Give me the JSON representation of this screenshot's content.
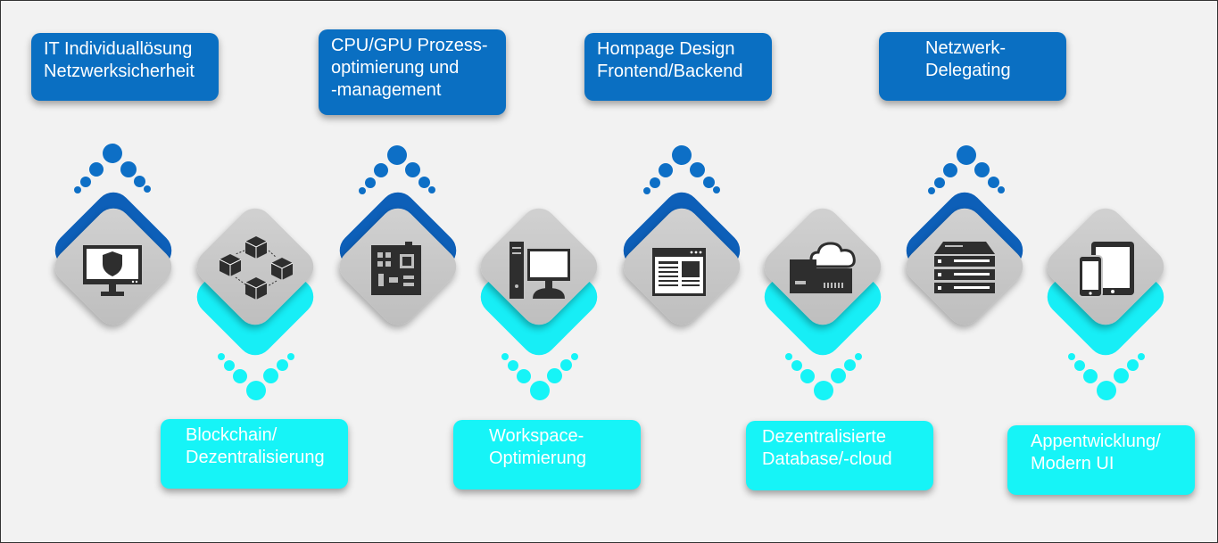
{
  "top_labels": [
    {
      "text": "IT Individuallösung\nNetzwerksicherheit",
      "icon": "monitor-shield-icon"
    },
    {
      "text": "CPU/GPU Prozess-\noptimierung und\n-management",
      "icon": "circuit-board-icon"
    },
    {
      "text": "Hompage Design\nFrontend/Backend",
      "icon": "webpage-icon"
    },
    {
      "text": "Netzwerk-\nDelegating",
      "icon": "server-rack-icon"
    }
  ],
  "bottom_labels": [
    {
      "text": "Blockchain/\nDezentralisierung",
      "icon": "blockchain-cubes-icon"
    },
    {
      "text": "Workspace-\nOptimierung",
      "icon": "desktop-workstation-icon"
    },
    {
      "text": "Dezentralisierte\nDatabase/-cloud",
      "icon": "cloud-server-icon"
    },
    {
      "text": "Appentwicklung/\nModern UI",
      "icon": "mobile-tablet-icon"
    }
  ],
  "colors": {
    "background": "#f2f2f2",
    "top_accent": "#0a6fc2",
    "bottom_accent": "#16f4f7",
    "tile_grey": "#c8c8c8",
    "icon_dark": "#2e2e2e"
  }
}
